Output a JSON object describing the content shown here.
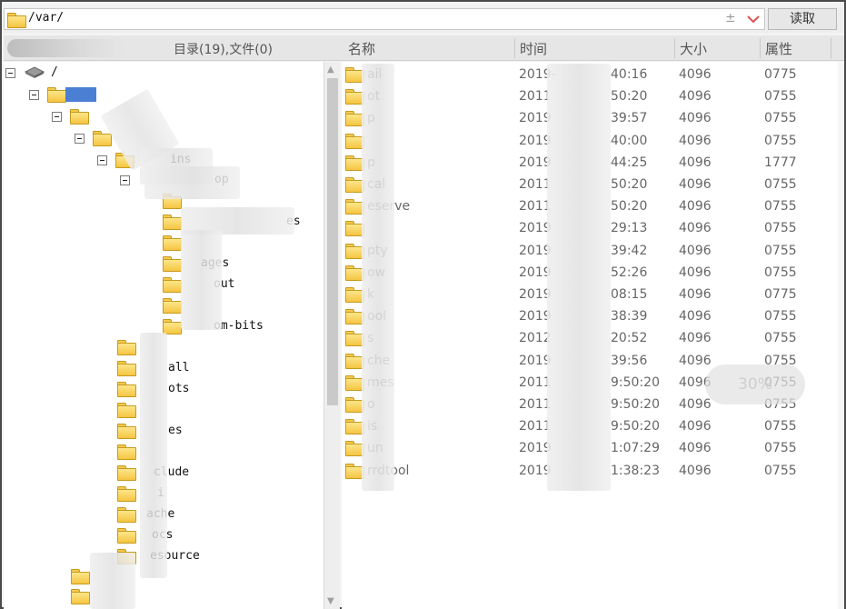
{
  "address": {
    "path": "/var/",
    "read_button": "读取",
    "plus_glyph": "±"
  },
  "header": {
    "tree_summary": "目录(19),文件(0)",
    "columns": {
      "name": "名称",
      "time": "时间",
      "size": "大小",
      "perm": "属性"
    }
  },
  "tree": [
    {
      "label": "/",
      "expanded": true,
      "icon": "drive-icon"
    },
    {
      "label": "",
      "expanded": true,
      "icon": "folder-icon"
    },
    {
      "label": "",
      "expanded": true,
      "icon": "folder-icon"
    },
    {
      "label": "",
      "expanded": true,
      "icon": "folder-icon"
    },
    {
      "label": "ins",
      "expanded": true,
      "icon": "folder-icon"
    },
    {
      "label": "op",
      "expanded": true,
      "icon": "folder-icon"
    },
    {
      "label": "",
      "icon": "folder-icon"
    },
    {
      "label": "es",
      "icon": "folder-icon"
    },
    {
      "label": "",
      "icon": "folder-icon"
    },
    {
      "label": "ages",
      "icon": "folder-icon"
    },
    {
      "label": "out",
      "icon": "folder-icon"
    },
    {
      "label": "",
      "icon": "folder-icon"
    },
    {
      "label": "om-bits",
      "icon": "folder-icon"
    },
    {
      "label": "",
      "icon": "folder-icon"
    },
    {
      "label": "all",
      "icon": "folder-icon"
    },
    {
      "label": "ots",
      "icon": "folder-icon"
    },
    {
      "label": "",
      "icon": "folder-icon"
    },
    {
      "label": "es",
      "icon": "folder-icon"
    },
    {
      "label": "",
      "icon": "folder-icon"
    },
    {
      "label": "clude",
      "icon": "folder-icon"
    },
    {
      "label": "i",
      "icon": "folder-icon"
    },
    {
      "label": "ache",
      "icon": "folder-icon"
    },
    {
      "label": "ocs",
      "icon": "folder-icon"
    },
    {
      "label": "esource",
      "icon": "folder-icon"
    },
    {
      "label": "",
      "icon": "folder-icon"
    },
    {
      "label": "",
      "icon": "folder-icon"
    }
  ],
  "files": [
    {
      "name": "ail",
      "time": "2019-",
      "time_tail": "40:16",
      "size": "4096",
      "perm": "0775"
    },
    {
      "name": "ot",
      "time": "2011",
      "time_tail": "50:20",
      "size": "4096",
      "perm": "0755"
    },
    {
      "name": "p",
      "time": "2019",
      "time_tail": "39:57",
      "size": "4096",
      "perm": "0755"
    },
    {
      "name": "",
      "time": "2019",
      "time_tail": "40:00",
      "size": "4096",
      "perm": "0755"
    },
    {
      "name": "p",
      "time": "2019",
      "time_tail": "44:25",
      "size": "4096",
      "perm": "1777"
    },
    {
      "name": "cal",
      "time": "2011",
      "time_tail": "50:20",
      "size": "4096",
      "perm": "0755"
    },
    {
      "name": "eserve",
      "time": "2011",
      "time_tail": "50:20",
      "size": "4096",
      "perm": "0755"
    },
    {
      "name": "",
      "time": "2019",
      "time_tail": "29:13",
      "size": "4096",
      "perm": "0755"
    },
    {
      "name": "pty",
      "time": "2019",
      "time_tail": "39:42",
      "size": "4096",
      "perm": "0755"
    },
    {
      "name": "ow",
      "time": "2019",
      "time_tail": "52:26",
      "size": "4096",
      "perm": "0755"
    },
    {
      "name": "k",
      "time": "2019",
      "time_tail": "08:15",
      "size": "4096",
      "perm": "0775"
    },
    {
      "name": "ool",
      "time": "2019",
      "time_tail": "38:39",
      "size": "4096",
      "perm": "0755"
    },
    {
      "name": "s",
      "time": "2012",
      "time_tail": "20:52",
      "size": "4096",
      "perm": "0755"
    },
    {
      "name": "che",
      "time": "2019",
      "time_tail": "39:56",
      "size": "4096",
      "perm": "0755"
    },
    {
      "name": "mes",
      "time": "2011",
      "time_tail": "9:50:20",
      "size": "4096",
      "perm": "0755"
    },
    {
      "name": "o",
      "time": "2011",
      "time_tail": "9:50:20",
      "size": "4096",
      "perm": "0755"
    },
    {
      "name": "is",
      "time": "2011",
      "time_tail": "9:50:20",
      "size": "4096",
      "perm": "0755"
    },
    {
      "name": "un",
      "time": "2019",
      "time_tail": "1:07:29",
      "size": "4096",
      "perm": "0755"
    },
    {
      "name": "rrdtool",
      "time": "2019",
      "time_tail": "1:38:23",
      "size": "4096",
      "perm": "0755"
    }
  ],
  "toast": {
    "text": "30%"
  }
}
